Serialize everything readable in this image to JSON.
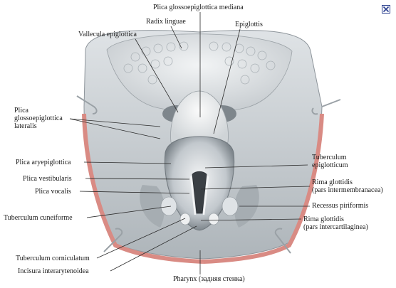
{
  "labels": {
    "plica_glossoepiglottica_mediana": "Plica glossoepiglottica mediana",
    "radix_linguae": "Radix linguae",
    "vallecula_epiglottica": "Vallecula epiglottica",
    "epiglottis": "Epiglottis",
    "plica_glossoepiglottica_lateralis_1": "Plica",
    "plica_glossoepiglottica_lateralis_2": "glossoepiglottica",
    "plica_glossoepiglottica_lateralis_3": "lateralis",
    "plica_aryepiglottica": "Plica aryepiglottica",
    "plica_vestibularis": "Plica vestibularis",
    "plica_vocalis": "Plica vocalis",
    "tuberculum_cuneiforme": "Tuberculum cuneiforme",
    "tuberculum_corniculatum": "Tuberculum corniculatum",
    "incisura_interarytenoidea": "Incisura interarytenoidea",
    "tuberculum_epiglotticum_1": "Tuberculum",
    "tuberculum_epiglotticum_2": "epiglotticum",
    "rima_glottidis_intermembranacea_1": "Rima glottidis",
    "rima_glottidis_intermembranacea_2": "(pars intermembranacea)",
    "recessus_piriformis": "Recessus piriformis",
    "rima_glottidis_intercartilaginea_1": "Rima glottidis",
    "rima_glottidis_intercartilaginea_2": "(pars intercartilaginea)",
    "pharynx": "Pharynx (задняя стенка)"
  },
  "icons": {
    "close": "close-icon"
  },
  "colors": {
    "tissue_light": "#e9ecee",
    "tissue_mid": "#c9ced2",
    "tissue_dark": "#8e959b",
    "mucosa_red": "#d98b84",
    "close_blue": "#2a3f8f"
  }
}
